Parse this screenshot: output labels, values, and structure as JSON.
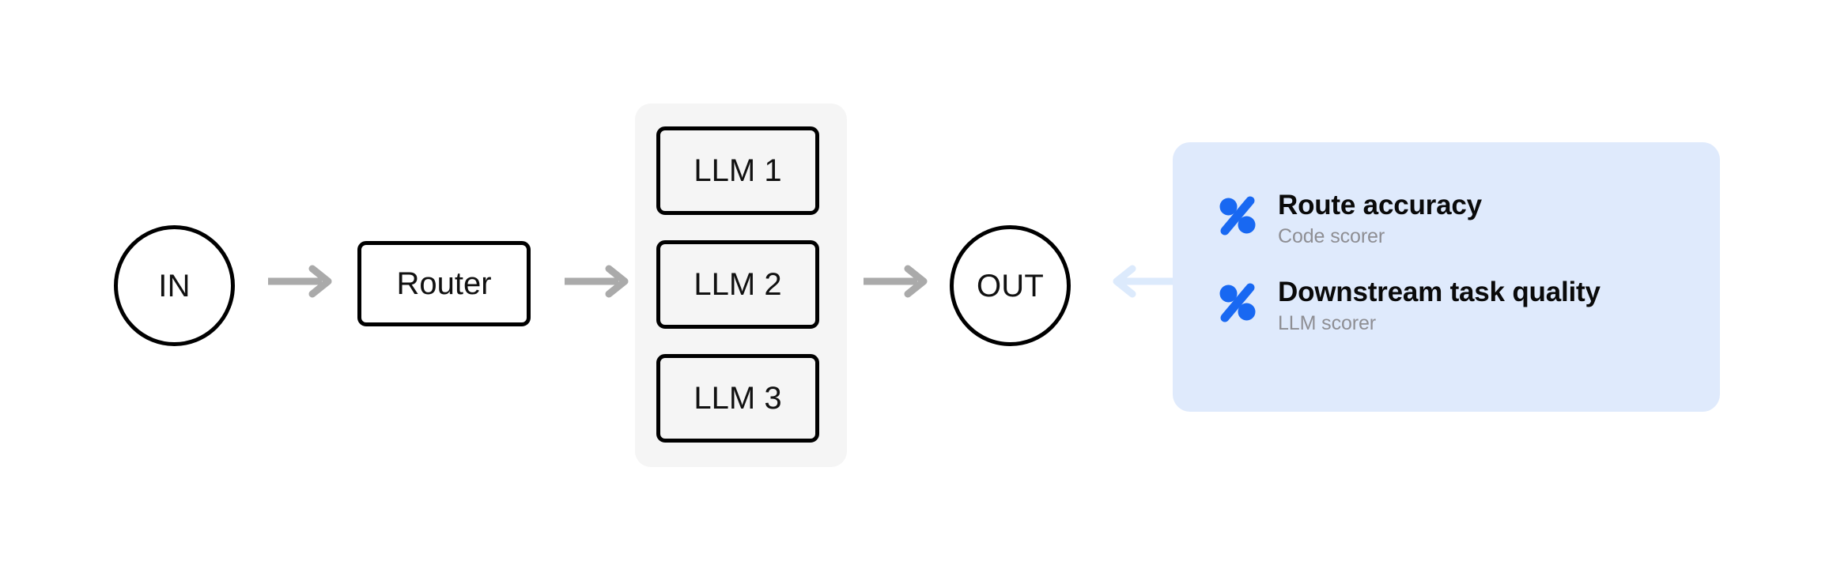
{
  "diagram": {
    "title": "LLM router pipeline with evaluation scorers",
    "colors": {
      "accent_blue": "#1868f2",
      "panel_blue": "#dfeafc",
      "arrow_gray": "#aaaaaa",
      "arrow_light_blue": "#dceafc",
      "group_gray": "#f5f5f5",
      "stroke_black": "#000000",
      "subtitle_gray": "#8e8e93"
    },
    "nodes": {
      "input": {
        "label": "IN",
        "shape": "circle"
      },
      "router": {
        "label": "Router",
        "shape": "rounded-rect"
      },
      "output": {
        "label": "OUT",
        "shape": "circle"
      }
    },
    "llm_group": {
      "items": [
        {
          "label": "LLM 1"
        },
        {
          "label": "LLM 2"
        },
        {
          "label": "LLM 3"
        }
      ]
    },
    "arrows": [
      {
        "name": "in-to-router",
        "direction": "right",
        "color": "#aaaaaa"
      },
      {
        "name": "router-to-llm",
        "direction": "right",
        "color": "#aaaaaa"
      },
      {
        "name": "llm-to-out",
        "direction": "right",
        "color": "#aaaaaa"
      },
      {
        "name": "panel-to-out",
        "direction": "left",
        "color": "#dceafc"
      }
    ],
    "scorer_panel": {
      "scorers": [
        {
          "icon": "percent-icon",
          "title": "Route accuracy",
          "subtitle": "Code scorer"
        },
        {
          "icon": "percent-icon",
          "title": "Downstream task quality",
          "subtitle": "LLM scorer"
        }
      ]
    }
  }
}
